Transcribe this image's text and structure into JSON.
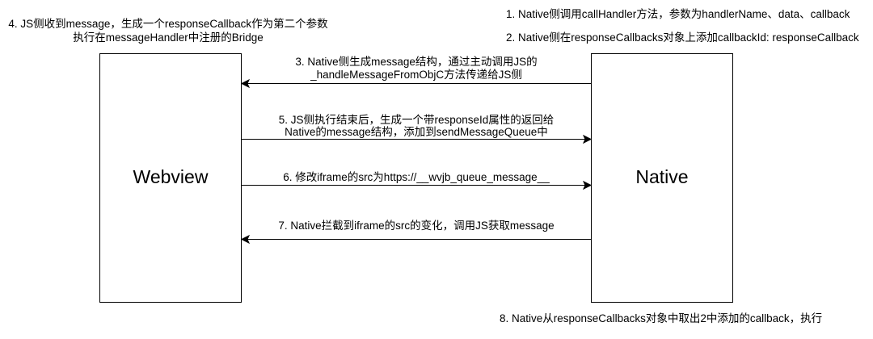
{
  "participants": {
    "webview": "Webview",
    "native": "Native"
  },
  "notes": {
    "step1": "1. Native侧调用callHandler方法，参数为handlerName、data、callback",
    "step2": "2. Native侧在responseCallbacks对象上添加callbackId: responseCallback",
    "step4": [
      "4. JS侧收到message，生成一个responseCallback作为第二个参数",
      "执行在messageHandler中注册的Bridge"
    ],
    "step8": "8. Native从responseCallbacks对象中取出2中添加的callback，执行"
  },
  "messages": [
    {
      "label": [
        "3. Native侧生成message结构，通过主动调用JS的",
        "_handleMessageFromObjC方法传递给JS侧"
      ]
    },
    {
      "label": [
        "5. JS侧执行结束后，生成一个带responseId属性的返回给",
        "Native的message结构，添加到sendMessageQueue中"
      ]
    },
    {
      "label": [
        "6. 修改iframe的src为https://__wvjb_queue_message__"
      ]
    },
    {
      "label": [
        "7. Native拦截到iframe的src的变化，调用JS获取message"
      ]
    }
  ]
}
